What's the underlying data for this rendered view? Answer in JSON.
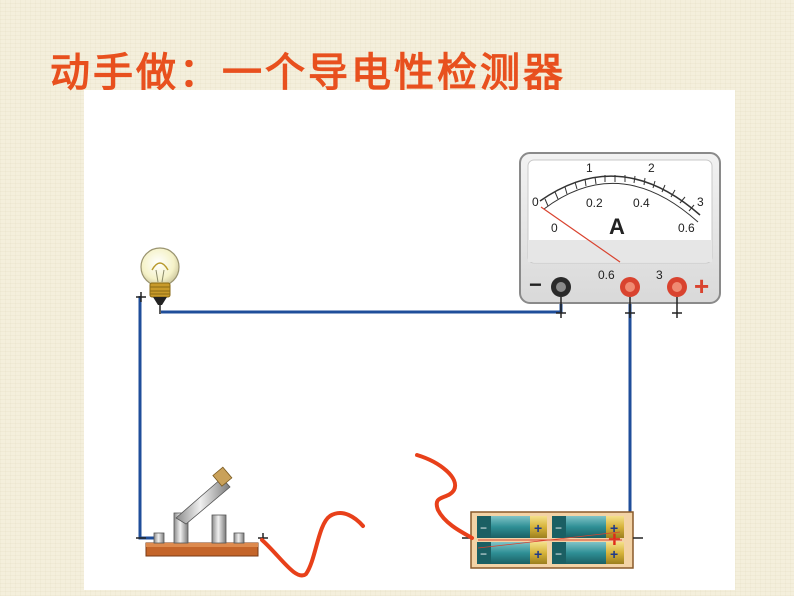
{
  "slide": {
    "title": "动手做：一个导电性检测器"
  },
  "ammeter": {
    "unit": "A",
    "upper_scale": [
      "0",
      "1",
      "2",
      "3"
    ],
    "lower_scale": [
      "0",
      "0.2",
      "0.4",
      "0.6"
    ],
    "terminal_negative": "−",
    "terminal_positive": "+",
    "terminal_small_range": "0.6",
    "terminal_large_range": "3"
  },
  "battery": {
    "cell_sign_positive": "+",
    "cell_sign_negative": "−"
  },
  "colors": {
    "title": "#e8501e",
    "wire": "#1f4e9a",
    "loose_wire": "#e8401a",
    "terminal_red": "#d9432f",
    "battery_teal": "#2e8f95"
  }
}
